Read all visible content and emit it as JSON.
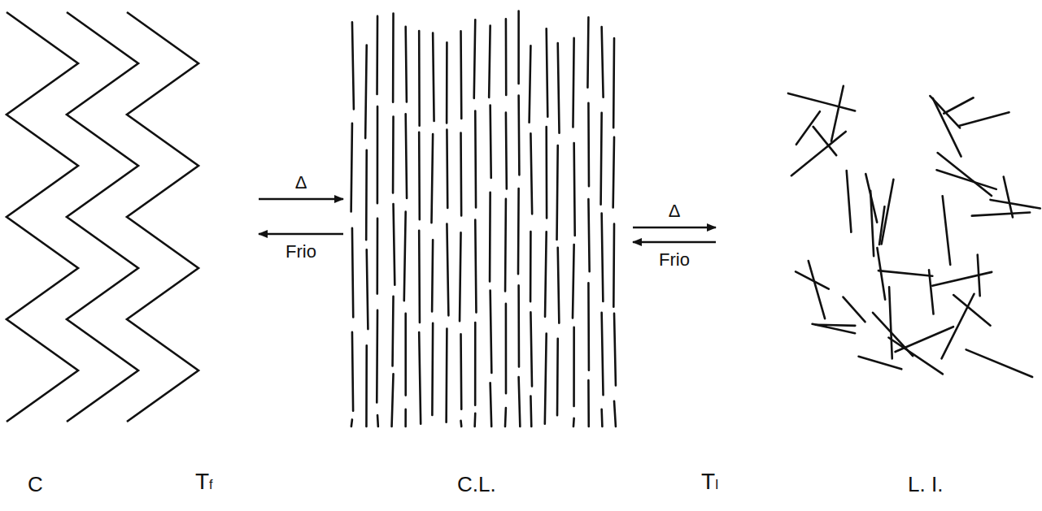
{
  "diagram": {
    "nodes": [
      {
        "text": [
          "C"
        ]
      },
      {
        "text": [
          "C.L."
        ]
      },
      {
        "text": [
          "L. I."
        ]
      }
    ],
    "edges": [
      {
        "from": 0,
        "to": 1,
        "arrow": "to",
        "label": "Δ"
      },
      {
        "from": 1,
        "to": 0,
        "arrow": "to",
        "label": "Frio"
      },
      {
        "from": 1,
        "to": 2,
        "arrow": "to",
        "label": "Δ"
      },
      {
        "from": 2,
        "to": 1,
        "arrow": "to",
        "label": "Frio"
      }
    ],
    "labels": [
      "Tf",
      "TI"
    ]
  }
}
